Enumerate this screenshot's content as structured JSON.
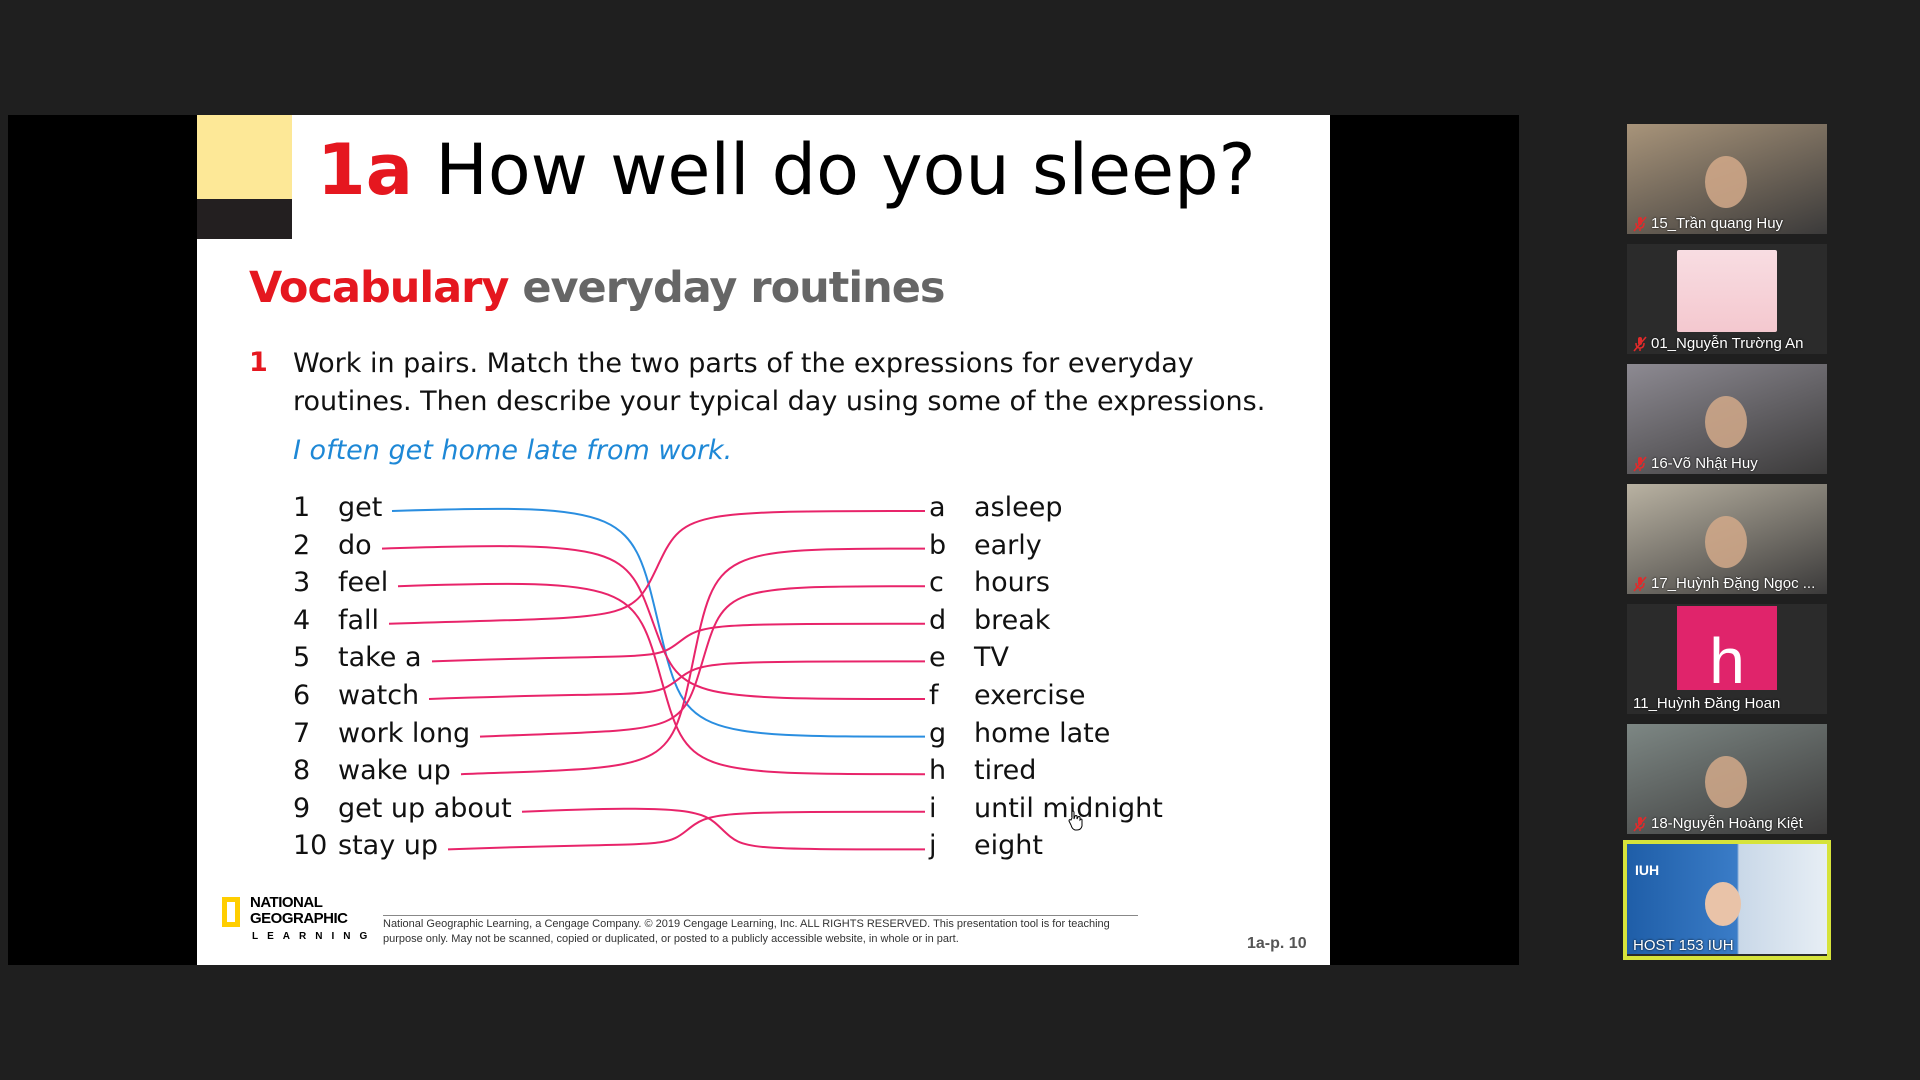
{
  "slide": {
    "title_number": "1a",
    "title_text": "How well do you sleep?",
    "vocab_label": "Vocabulary",
    "vocab_topic": "everyday routines",
    "exercise_number": "1",
    "instruction": "Work in pairs. Match the two parts of the expressions for everyday routines. Then describe your typical day using some of the expressions.",
    "example": "I often get home late from work.",
    "left_items": [
      {
        "num": "1",
        "word": "get"
      },
      {
        "num": "2",
        "word": "do"
      },
      {
        "num": "3",
        "word": "feel"
      },
      {
        "num": "4",
        "word": "fall"
      },
      {
        "num": "5",
        "word": "take a"
      },
      {
        "num": "6",
        "word": "watch"
      },
      {
        "num": "7",
        "word": "work long"
      },
      {
        "num": "8",
        "word": "wake up"
      },
      {
        "num": "9",
        "word": "get up about"
      },
      {
        "num": "10",
        "word": "stay up"
      }
    ],
    "right_items": [
      {
        "letter": "a",
        "word": "asleep"
      },
      {
        "letter": "b",
        "word": "early"
      },
      {
        "letter": "c",
        "word": "hours"
      },
      {
        "letter": "d",
        "word": "break"
      },
      {
        "letter": "e",
        "word": "TV"
      },
      {
        "letter": "f",
        "word": "exercise"
      },
      {
        "letter": "g",
        "word": "home late"
      },
      {
        "letter": "h",
        "word": "tired"
      },
      {
        "letter": "i",
        "word": "until midnight"
      },
      {
        "letter": "j",
        "word": "eight"
      }
    ],
    "matches": [
      {
        "from": 0,
        "to": 6,
        "color": "#2a8ee0"
      },
      {
        "from": 1,
        "to": 5,
        "color": "#e8246a"
      },
      {
        "from": 2,
        "to": 7,
        "color": "#e8246a"
      },
      {
        "from": 3,
        "to": 0,
        "color": "#e8246a"
      },
      {
        "from": 4,
        "to": 3,
        "color": "#e8246a"
      },
      {
        "from": 5,
        "to": 4,
        "color": "#e8246a"
      },
      {
        "from": 6,
        "to": 2,
        "color": "#e8246a"
      },
      {
        "from": 7,
        "to": 1,
        "color": "#e8246a"
      },
      {
        "from": 8,
        "to": 9,
        "color": "#e8246a"
      },
      {
        "from": 9,
        "to": 8,
        "color": "#e8246a"
      }
    ],
    "logo_line1": "NATIONAL",
    "logo_line2": "GEOGRAPHIC",
    "logo_line3": "LEARNING",
    "copyright": "National Geographic Learning, a Cengage Company. © 2019 Cengage Learning, Inc. ALL RIGHTS RESERVED. This presentation tool is for teaching purpose only. May not be scanned, copied or duplicated, or posted to a publicly accessible website, in whole or in part.",
    "page_ref": "1a-p. 10"
  },
  "participants": [
    {
      "name": "15_Trần quang Huy",
      "muted": true,
      "video": "camera",
      "tint": "#a8947a"
    },
    {
      "name": "01_Nguyễn Trường An",
      "muted": true,
      "video": "avatar-pink-bear",
      "tint": "#f4c8cf"
    },
    {
      "name": "16-Võ Nhật Huy",
      "muted": true,
      "video": "camera",
      "tint": "#8d8a92"
    },
    {
      "name": "17_Huỳnh Đặng Ngọc ...",
      "muted": true,
      "video": "camera",
      "tint": "#b9b2a2"
    },
    {
      "name": "11_Huỳnh Đăng Hoan",
      "muted": false,
      "video": "letter-avatar",
      "avatar_letter": "h",
      "tint": "#e0246b"
    },
    {
      "name": "18-Nguyễn Hoàng Kiệt",
      "muted": true,
      "video": "camera",
      "tint": "#7d8784"
    },
    {
      "name": "HOST 153 IUH",
      "muted": false,
      "video": "camera-host",
      "host_banner": "IUH",
      "tint": "#1f5ea8"
    }
  ]
}
